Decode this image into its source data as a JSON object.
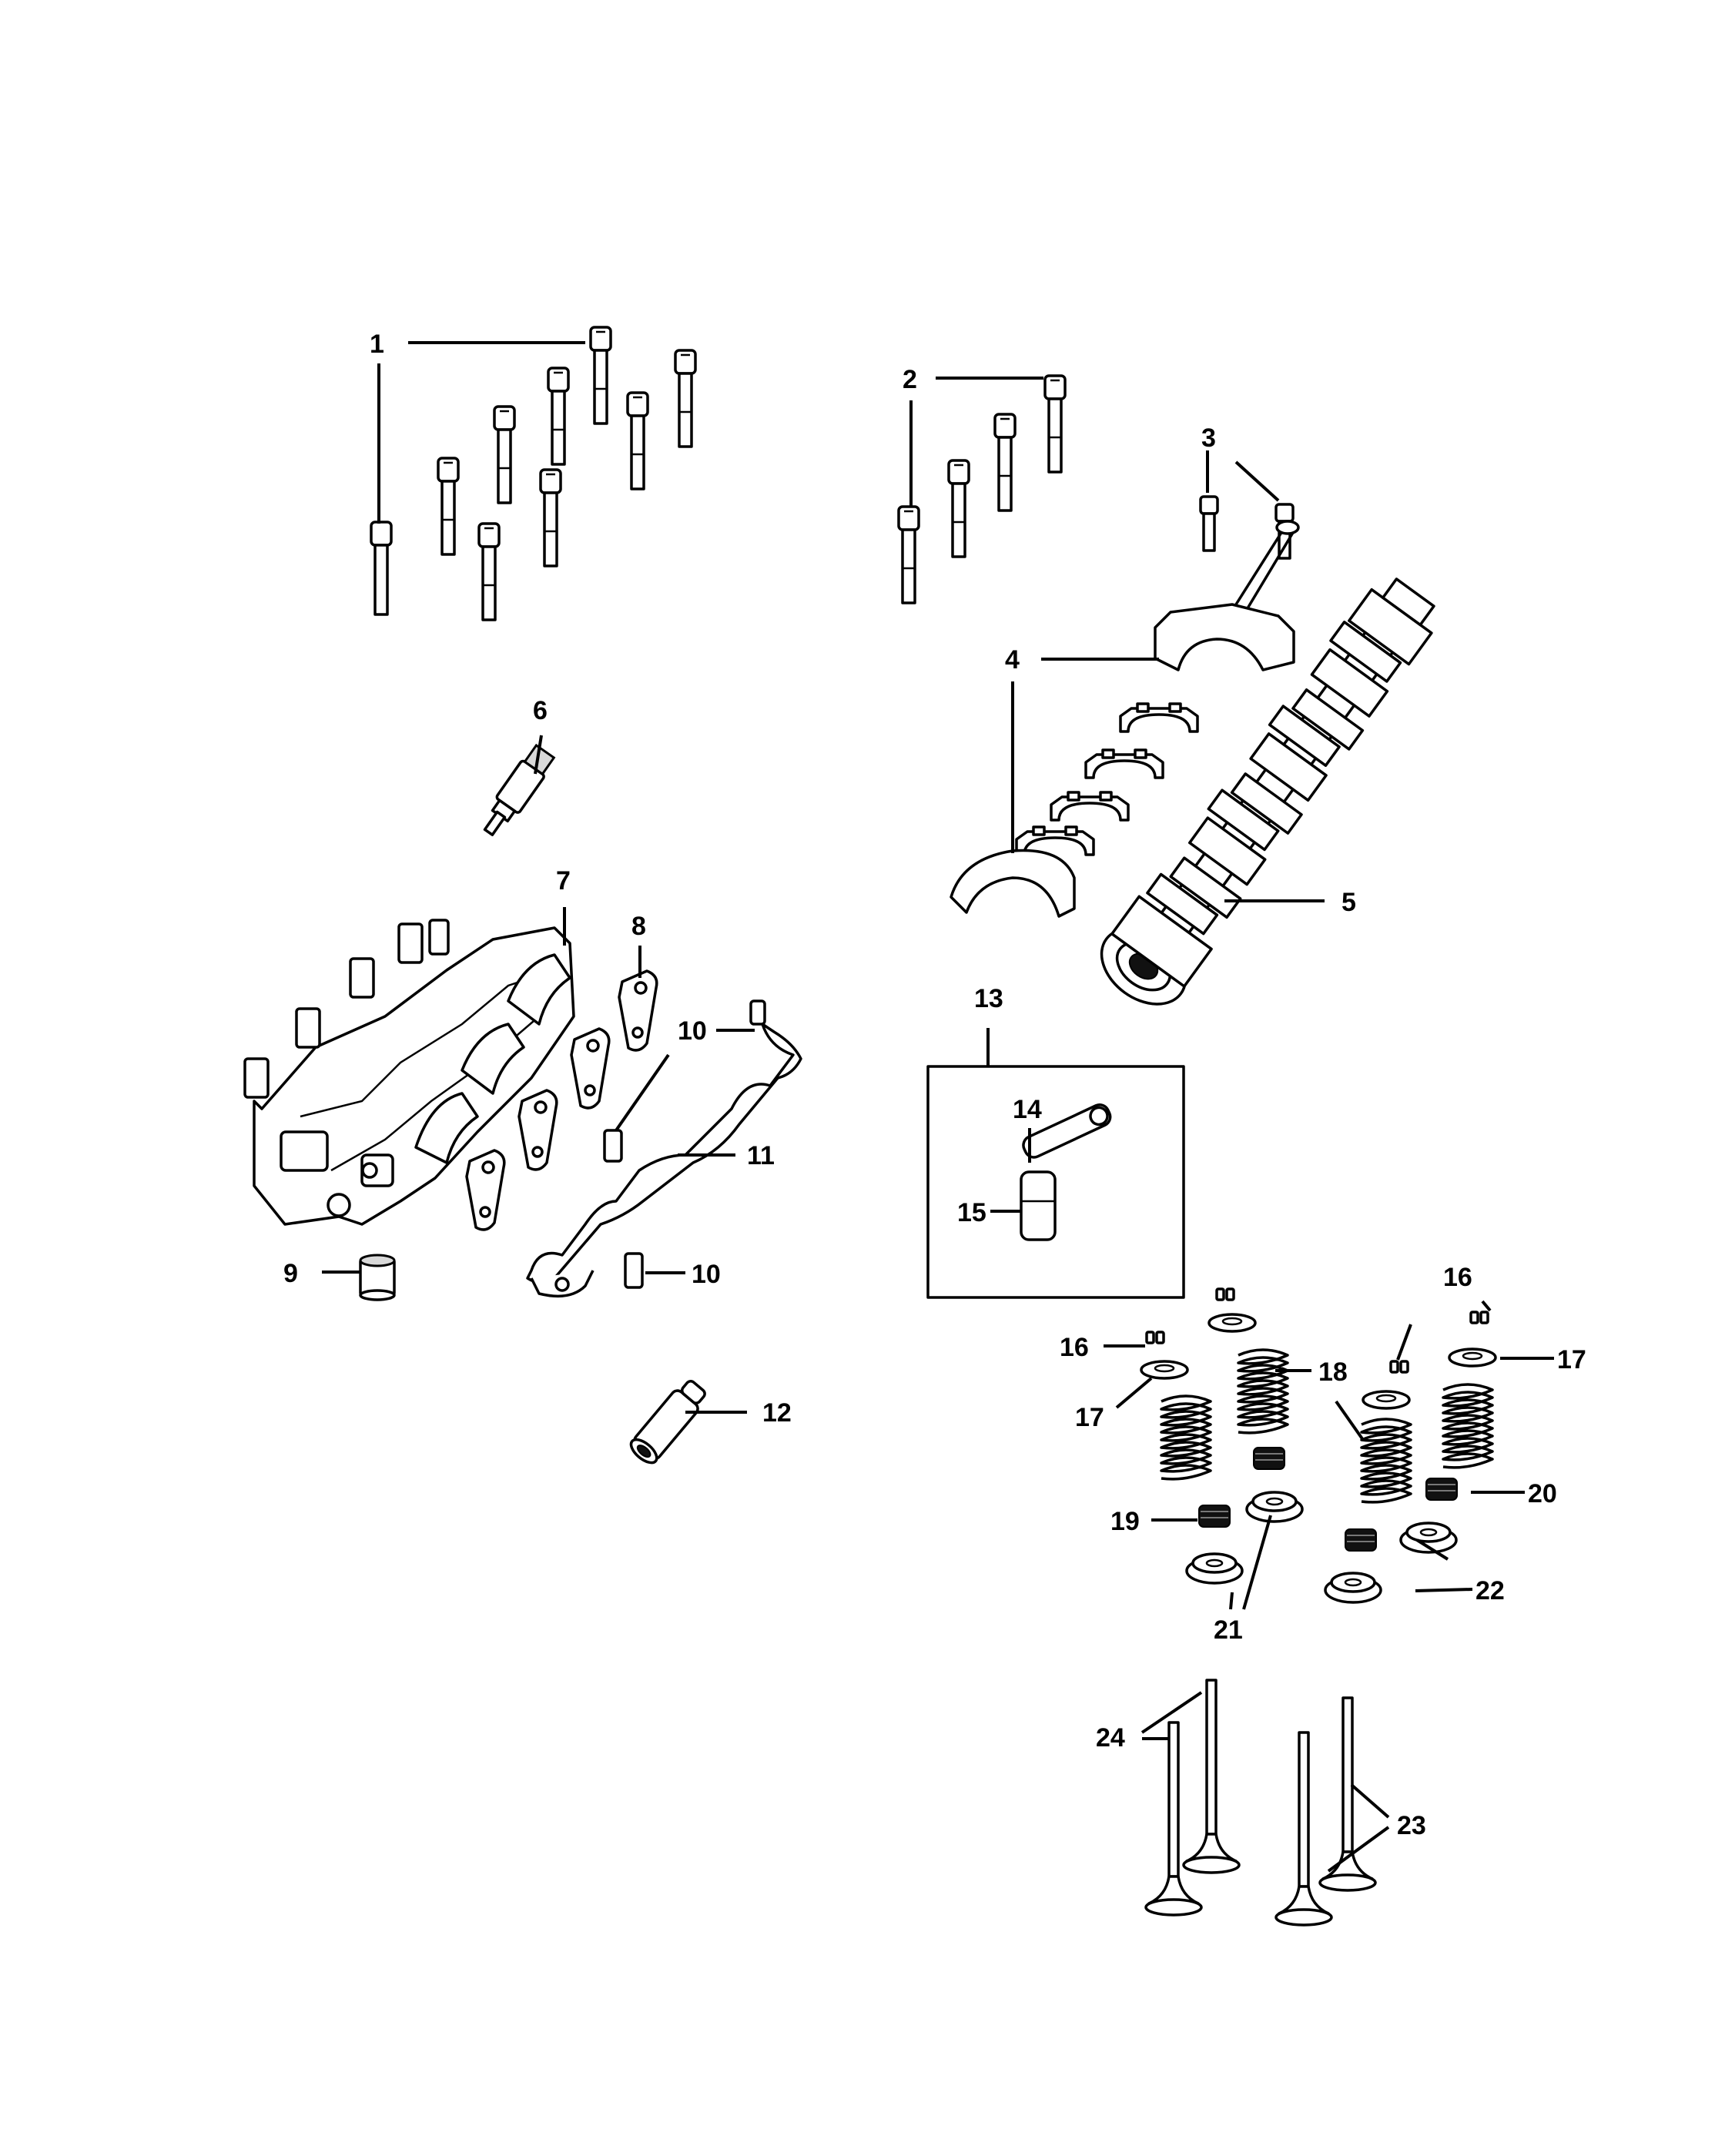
{
  "callouts": {
    "c1": "1",
    "c2": "2",
    "c3": "3",
    "c4a": "4",
    "c4b": "4",
    "c5": "5",
    "c6": "6",
    "c7": "7",
    "c8": "8",
    "c9": "9",
    "c10a": "10",
    "c10b": "10",
    "c11": "11",
    "c12": "12",
    "c13": "13",
    "c14": "14",
    "c15": "15",
    "c16a": "16",
    "c16b": "16",
    "c17a": "17",
    "c17b": "17",
    "c18": "18",
    "c19": "19",
    "c20": "20",
    "c21": "21",
    "c22": "22",
    "c23": "23",
    "c24": "24"
  }
}
